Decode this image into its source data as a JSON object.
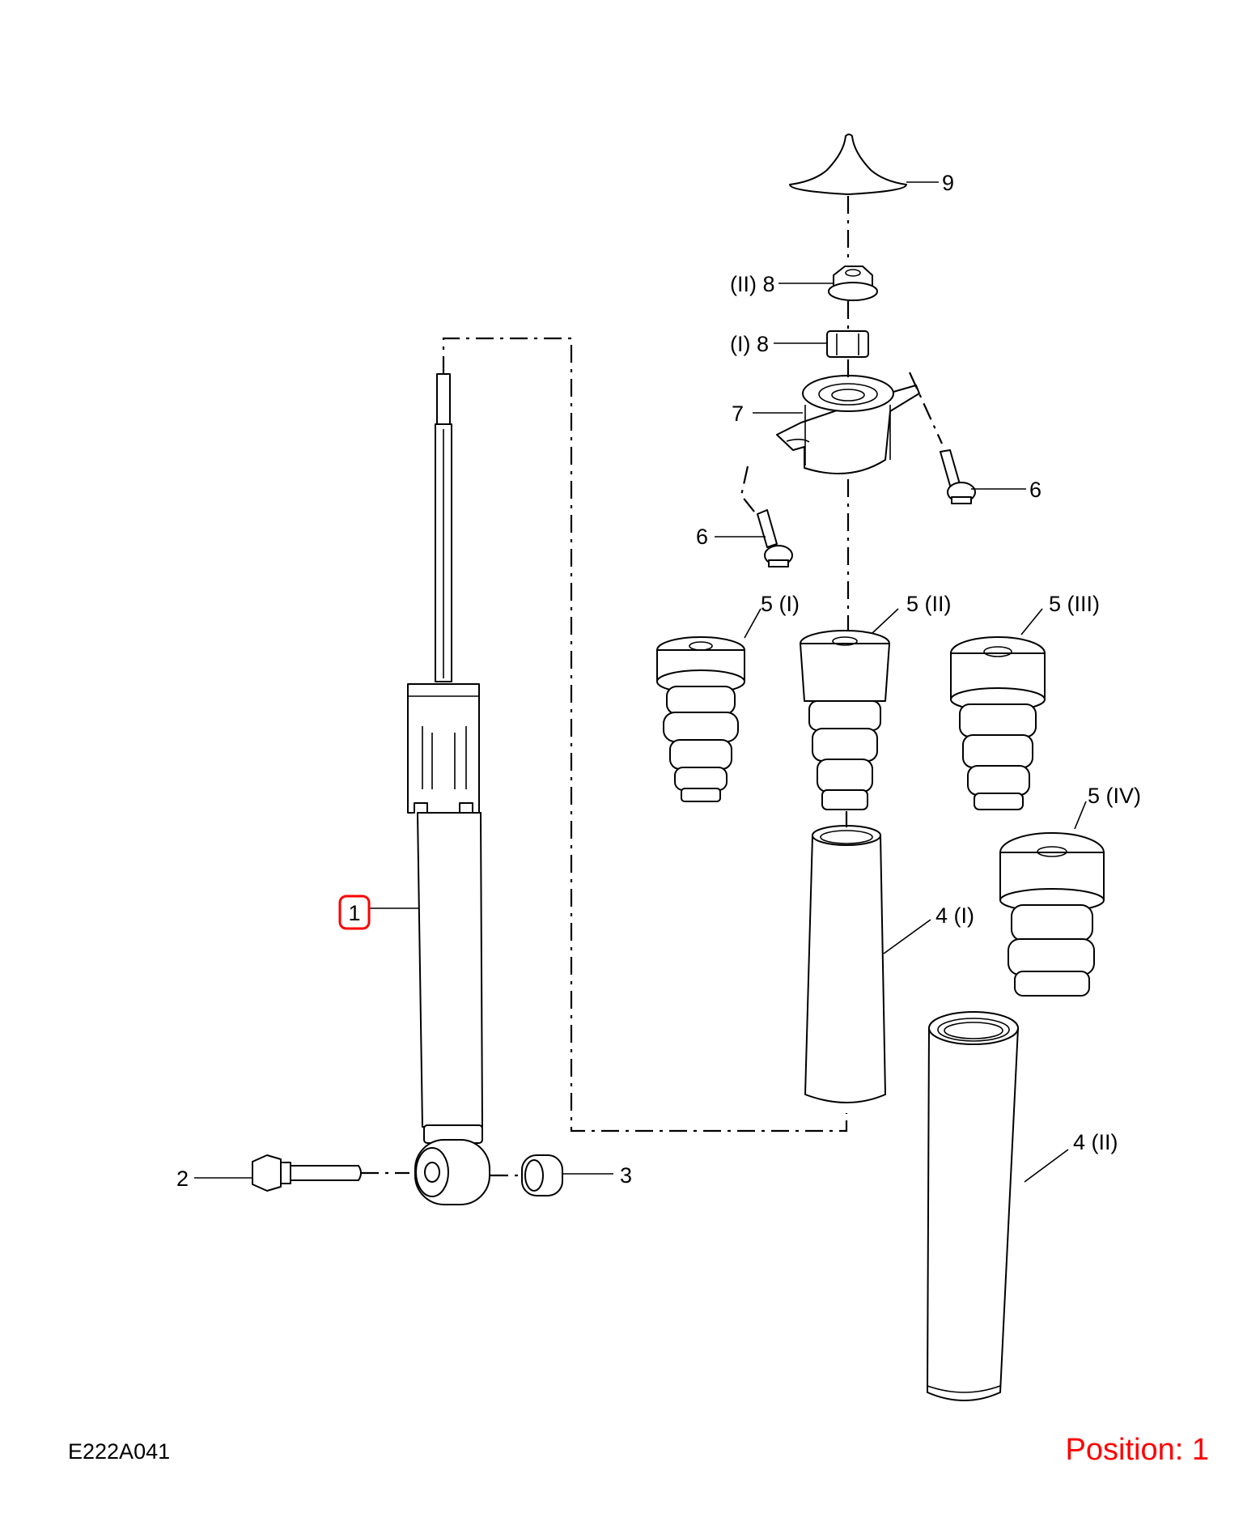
{
  "callouts": {
    "c1": "1",
    "c2": "2",
    "c3": "3",
    "c4i": "4 (I)",
    "c4ii": "4 (II)",
    "c5i": "5 (I)",
    "c5ii": "5 (II)",
    "c5iii": "5 (III)",
    "c5iv": "5 (IV)",
    "c6a": "6",
    "c6b": "6",
    "c7": "7",
    "c8i": "(I) 8",
    "c8ii": "(II) 8",
    "c9": "9"
  },
  "footer": {
    "diagram_code": "E222A041",
    "position_text": "Position: 1"
  },
  "colors": {
    "highlight": "#ff0000",
    "line": "#000000",
    "background": "#ffffff"
  }
}
